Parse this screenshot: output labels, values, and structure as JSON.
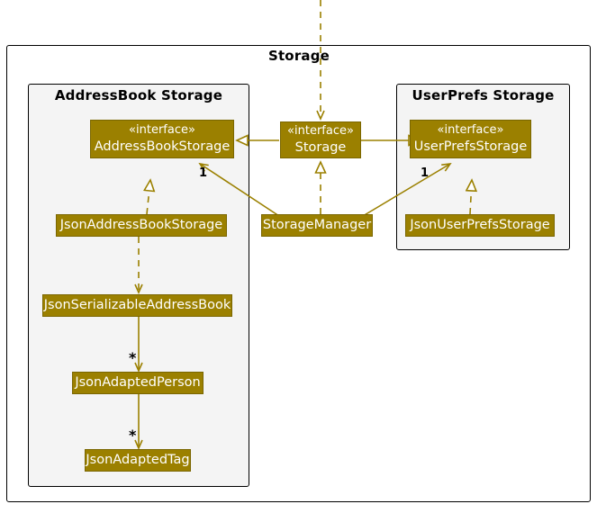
{
  "diagram": {
    "title": "Storage",
    "line_color": "#9b8000",
    "box_fill": "#9b8000",
    "box_border": "#7a6600",
    "box_text": "#ffffff",
    "package_fill": "#f4f4f4",
    "package_border": "#000000"
  },
  "packages": [
    {
      "name": "Storage",
      "label": "Storage"
    },
    {
      "name": "AddressBook Storage",
      "label": "AddressBook Storage"
    },
    {
      "name": "UserPrefs Storage",
      "label": "UserPrefs Storage"
    }
  ],
  "classes": {
    "address_book_storage": {
      "stereotype": "«interface»",
      "name": "AddressBookStorage"
    },
    "storage": {
      "stereotype": "«interface»",
      "name": "Storage"
    },
    "user_prefs_storage": {
      "stereotype": "«interface»",
      "name": "UserPrefsStorage"
    },
    "json_address_book_storage": {
      "name": "JsonAddressBookStorage"
    },
    "storage_manager": {
      "name": "StorageManager"
    },
    "json_user_prefs_storage": {
      "name": "JsonUserPrefsStorage"
    },
    "json_serializable_address_book": {
      "name": "JsonSerializableAddressBook"
    },
    "json_adapted_person": {
      "name": "JsonAdaptedPerson"
    },
    "json_adapted_tag": {
      "name": "JsonAdaptedTag"
    }
  },
  "multiplicities": {
    "address_book_one": "1",
    "user_prefs_one": "1",
    "serializable_to_person": "*",
    "person_to_tag": "*"
  }
}
